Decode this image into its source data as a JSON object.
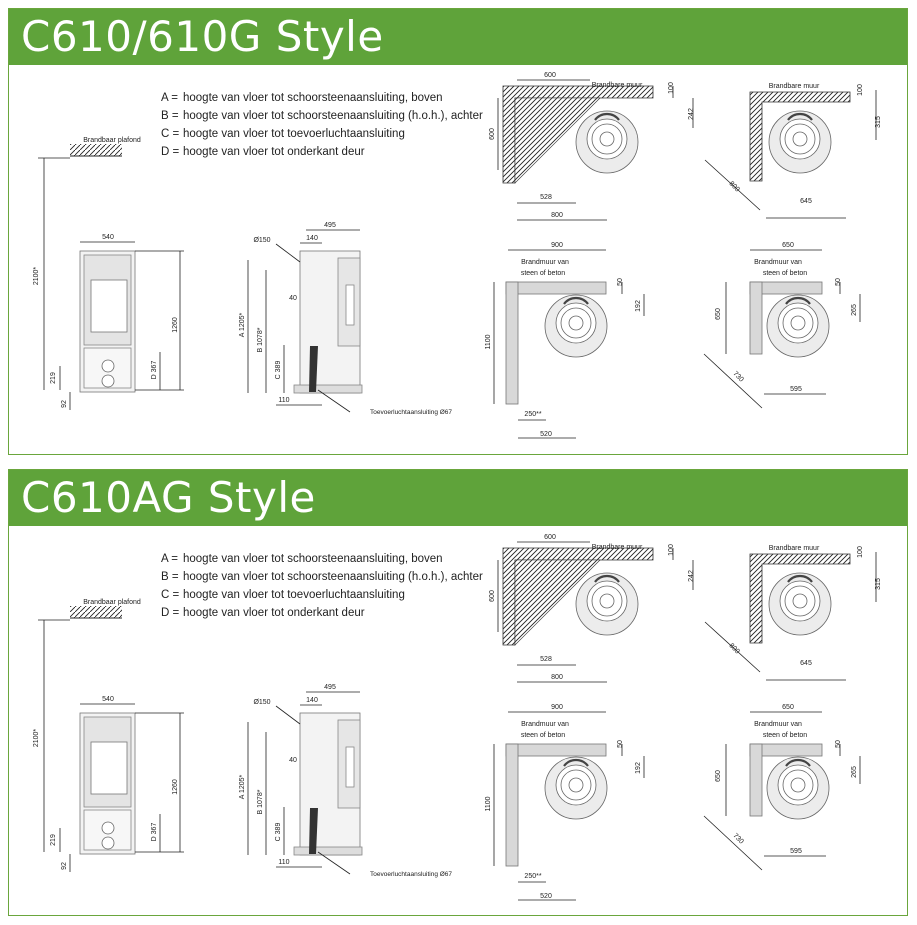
{
  "sections": [
    {
      "title": "C610/610G Style",
      "legend": [
        {
          "key": "A =",
          "text": "hoogte van vloer tot schoorsteenaansluiting, boven"
        },
        {
          "key": "B =",
          "text": "hoogte van vloer tot schoorsteenaansluiting (h.o.h.), achter"
        },
        {
          "key": "C =",
          "text": "hoogte van vloer tot toevoerluchtaansluiting"
        },
        {
          "key": "D =",
          "text": "hoogte van vloer tot onderkant deur"
        }
      ]
    },
    {
      "title": "C610AG Style",
      "legend": [
        {
          "key": "A =",
          "text": "hoogte van vloer tot schoorsteenaansluiting, boven"
        },
        {
          "key": "B =",
          "text": "hoogte van vloer tot schoorsteenaansluiting (h.o.h.), achter"
        },
        {
          "key": "C =",
          "text": "hoogte van vloer tot toevoerluchtaansluiting"
        },
        {
          "key": "D =",
          "text": "hoogte van vloer tot onderkant deur"
        }
      ]
    }
  ],
  "labels": {
    "ceiling": "Brandbaar plafond",
    "wall_combustible": "Brandbare muur",
    "wall_stone_1": "Brandmuur van",
    "wall_stone_2": "steen of beton",
    "air_inlet": "Toevoerluchtaansluiting Ø67",
    "flue": "Ø150"
  },
  "dims": {
    "total_height": "2100*",
    "width": "540",
    "height": "1260",
    "d": "D 367",
    "h219": "219",
    "h92": "92",
    "depth": "495",
    "d140": "140",
    "a": "A 1205*",
    "b": "B 1078*",
    "c": "C 389",
    "d40": "40",
    "d110": "110",
    "c600w": "600",
    "c600h": "600",
    "c100": "100",
    "c242": "242",
    "c528": "528",
    "c800": "800",
    "r100": "100",
    "r315": "315",
    "r800": "800",
    "r645": "645",
    "s900": "900",
    "s50": "50",
    "s192": "192",
    "s1100": "1100",
    "s250": "250**",
    "s520": "520",
    "t650w": "650",
    "t650h": "650",
    "t50": "50",
    "t265": "265",
    "t730": "730",
    "t595": "595"
  },
  "colors": {
    "accent": "#5fa33a",
    "border": "#6aa63c"
  }
}
